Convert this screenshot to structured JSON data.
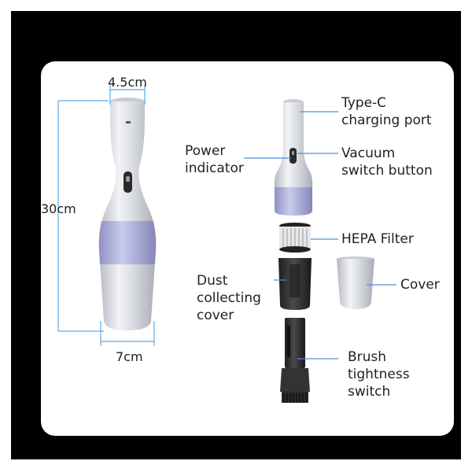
{
  "dimensions": {
    "top_width": "4.5cm",
    "height": "30cm",
    "bottom_width": "7cm"
  },
  "labels": {
    "type_c_line1": "Type-C",
    "type_c_line2": "charging port",
    "power_line1": "Power",
    "power_line2": "indicator",
    "vacuum_line1": "Vacuum",
    "vacuum_line2": "switch button",
    "hepa": "HEPA Filter",
    "dust_line1": "Dust",
    "dust_line2": "collecting",
    "dust_line3": "cover",
    "cover": "Cover",
    "brush_line1": "Brush",
    "brush_line2": "tightness",
    "brush_line3": "switch"
  },
  "colors": {
    "frame": "#000000",
    "panel": "#ffffff",
    "dimension_line": "#5aa9e6",
    "callout_line": "#4a90d9",
    "body_silver": "#d8dadf",
    "accent_lavender": "#a9abd4",
    "dark_part": "#2c2c2c"
  }
}
